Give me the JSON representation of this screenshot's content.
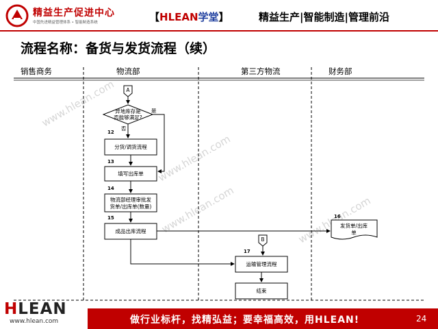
{
  "header": {
    "logo_name": "精益生产促进中心",
    "logo_sub": "中国先进精益管理体系 • 智能制造系统",
    "bracket_left": "【",
    "brand": "HLEAN",
    "brand_suffix": "学堂",
    "bracket_right": "】",
    "tagline": "精益生产|智能制造|管理前沿"
  },
  "title": "流程名称：备货与发货流程（续）",
  "lanes": [
    "销售商务",
    "物流部",
    "第三方物流",
    "财务部"
  ],
  "connectors": {
    "a": "A",
    "b": "B"
  },
  "decision": {
    "text_line1": "异地库存是",
    "text_line2": "否能够满足?",
    "yes_label": "是",
    "no_label": "否"
  },
  "steps": [
    {
      "num": "12",
      "line1": "分货/调货流程",
      "line2": ""
    },
    {
      "num": "13",
      "line1": "填写出库单",
      "line2": ""
    },
    {
      "num": "14",
      "line1": "物流部经理审批发",
      "line2": "货单/出库单(数量)"
    },
    {
      "num": "15",
      "line1": "成品出库流程",
      "line2": ""
    },
    {
      "num": "16",
      "line1": "发货单/出库",
      "line2": "单"
    },
    {
      "num": "17",
      "line1": "运输管理流程",
      "line2": ""
    },
    {
      "num": "",
      "line1": "结束",
      "line2": ""
    }
  ],
  "watermarks": [
    "www.hlean.com",
    "www.hlean.com",
    "www.hlean.com",
    "www.hlean.com"
  ],
  "footer": {
    "brand_h": "H",
    "brand_rest": "LEAN",
    "url": "www.hlean.com",
    "slogan": "做行业标杆，找精弘益；要幸福高效，用HLEAN!",
    "page_number": "24"
  }
}
